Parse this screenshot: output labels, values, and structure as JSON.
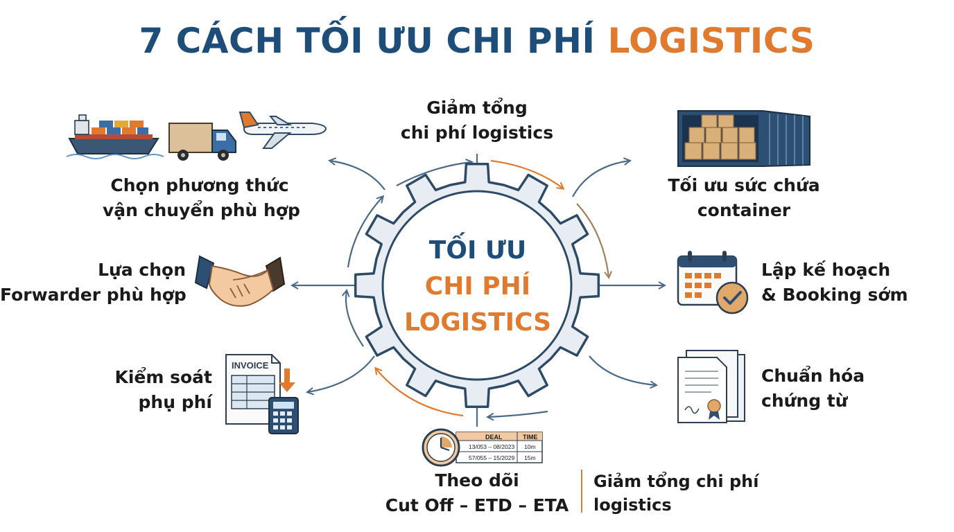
{
  "title": {
    "main": "7 CÁCH TỐI ƯU CHI PHÍ",
    "accent": "LOGISTICS"
  },
  "center": {
    "line1": "TỐI ƯU",
    "line2": "CHI PHÍ",
    "line3": "LOGISTICS"
  },
  "top": {
    "line1": "Giảm tổng",
    "line2": "chi phí logistics"
  },
  "items": {
    "transport": {
      "line1": "Chọn phương thức",
      "line2": "vận chuyển phù hợp",
      "icons": [
        "ship-icon",
        "truck-icon",
        "airplane-icon"
      ]
    },
    "forwarder": {
      "line1": "Lựa chọn",
      "line2": "Forwarder phù hợp",
      "icon": "handshake-icon"
    },
    "surcharge": {
      "line1": "Kiểm soát",
      "line2": "phụ phí",
      "icon": "invoice-calculator-icon",
      "invoice_label": "INVOICE"
    },
    "container": {
      "line1": "Tối ưu sức chứa",
      "line2": "container",
      "icon": "container-icon"
    },
    "booking": {
      "line1": "Lập kế hoạch",
      "line2": "& Booking sớm",
      "icon": "calendar-check-icon"
    },
    "documents": {
      "line1": "Chuẩn hóa",
      "line2": "chứng từ",
      "icon": "documents-icon"
    },
    "cutoff": {
      "line1": "Theo dõi",
      "line2": "Cut Off – ETD – ETA",
      "icon": "clock-schedule-icon",
      "table": {
        "headers": [
          "DEAL",
          "TIME"
        ],
        "rows": [
          [
            "13/053 – 08/2023",
            "10m"
          ],
          [
            "57/055 – 15/2029",
            "15m"
          ]
        ]
      }
    }
  },
  "note": {
    "line1": "Giảm tổng chi phí",
    "line2": "logistics"
  },
  "colors": {
    "navy": "#1d4e79",
    "orange": "#e07a2e",
    "gear_fill": "#e8edf3",
    "gear_stroke": "#2d4a66",
    "arrow_blue": "#4a6a88",
    "arrow_brown": "#a0805a"
  }
}
